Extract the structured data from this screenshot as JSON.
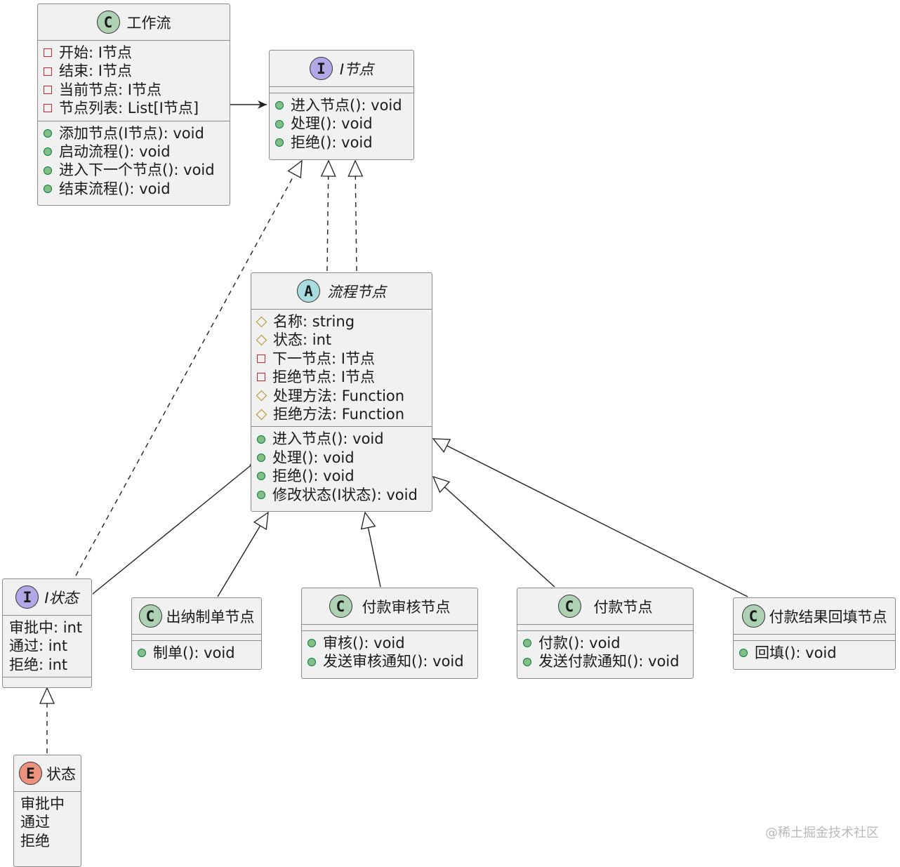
{
  "classes": {
    "workflow": {
      "badge": "C",
      "name": "工作流",
      "fields": [
        "开始: I节点",
        "结束: I节点",
        "当前节点: I节点",
        "节点列表: List[I节点]"
      ],
      "methods": [
        "添加节点(I节点): void",
        "启动流程(): void",
        "进入下一个节点(): void",
        "结束流程(): void"
      ]
    },
    "inode": {
      "badge": "I",
      "name": "I节点",
      "methods": [
        "进入节点(): void",
        "处理(): void",
        "拒绝(): void"
      ]
    },
    "flownode": {
      "badge": "A",
      "name": "流程节点",
      "fields": [
        "名称: string",
        "状态: int",
        "下一节点: I节点",
        "拒绝节点: I节点",
        "处理方法: Function",
        "拒绝方法: Function"
      ],
      "methods": [
        "进入节点(): void",
        "处理(): void",
        "拒绝(): void",
        "修改状态(I状态): void"
      ]
    },
    "istate": {
      "badge": "I",
      "name": "I状态",
      "fields": [
        "审批中: int",
        "通过: int",
        "拒绝: int"
      ]
    },
    "cashier": {
      "badge": "C",
      "name": "出纳制单节点",
      "methods": [
        "制单(): void"
      ]
    },
    "payreview": {
      "badge": "C",
      "name": "付款审核节点",
      "methods": [
        "审核(): void",
        "发送审核通知(): void"
      ]
    },
    "pay": {
      "badge": "C",
      "name": "付款节点",
      "methods": [
        "付款(): void",
        "发送付款通知(): void"
      ]
    },
    "payresult": {
      "badge": "C",
      "name": "付款结果回填节点",
      "methods": [
        "回填(): void"
      ]
    },
    "state": {
      "badge": "E",
      "name": "状态",
      "values": [
        "审批中",
        "通过",
        "拒绝"
      ]
    }
  },
  "watermark": "@稀土掘金技术社区"
}
